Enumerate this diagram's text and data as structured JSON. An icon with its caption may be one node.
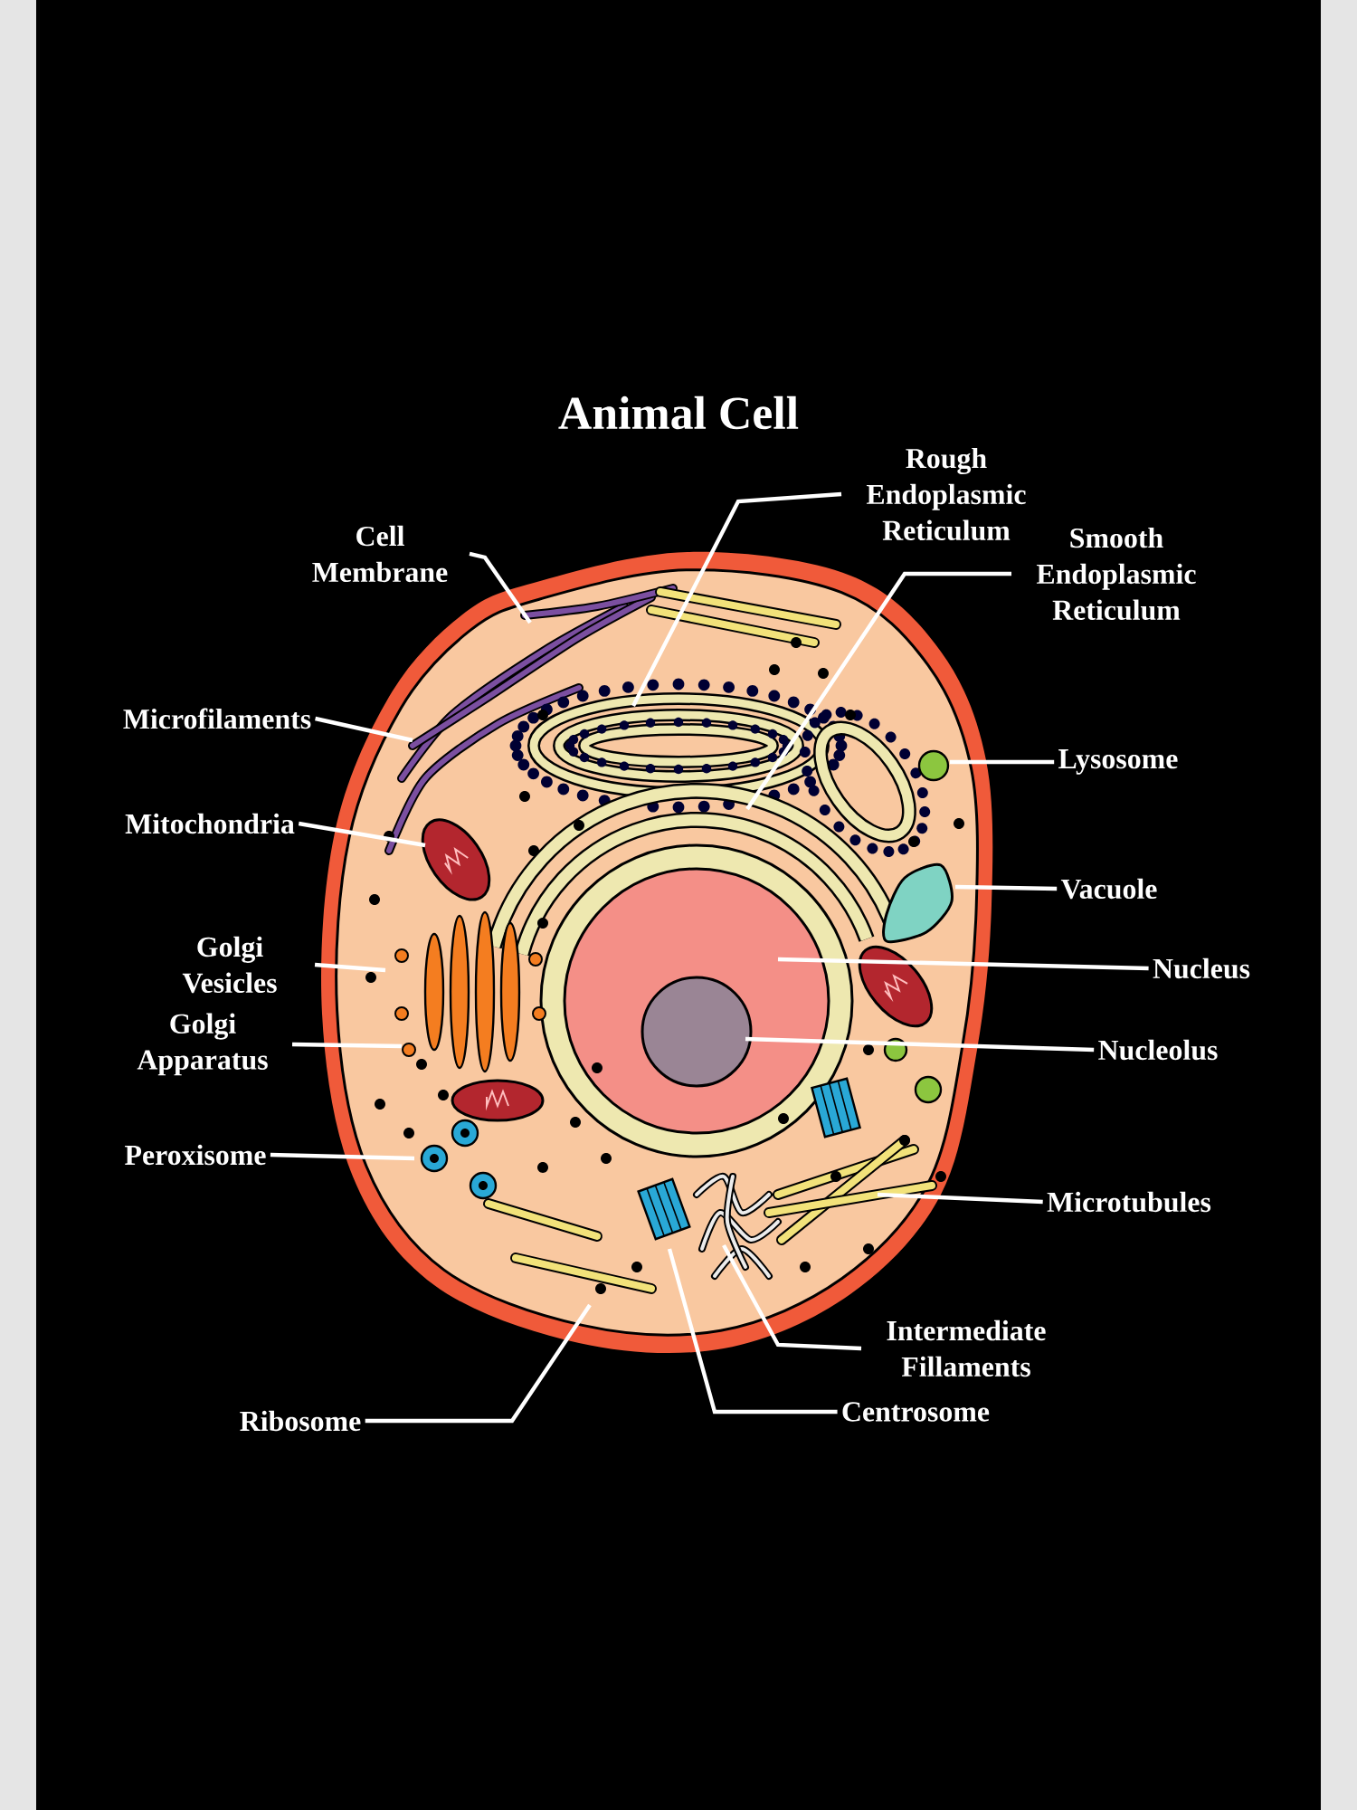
{
  "diagram": {
    "title": "Animal Cell",
    "nodes": [
      {
        "text": [
          "Cell Membrane"
        ]
      },
      {
        "text": [
          "Rough Endoplasmic Reticulum"
        ]
      },
      {
        "text": [
          "Smooth Endoplasmic Reticulum"
        ]
      },
      {
        "text": [
          "Microfilaments"
        ]
      },
      {
        "text": [
          "Mitochondria"
        ]
      },
      {
        "text": [
          "Golgi Vesicles"
        ]
      },
      {
        "text": [
          "Golgi Apparatus"
        ]
      },
      {
        "text": [
          "Peroxisome"
        ]
      },
      {
        "text": [
          "Ribosome"
        ]
      },
      {
        "text": [
          "Lysosome"
        ]
      },
      {
        "text": [
          "Vacuole"
        ]
      },
      {
        "text": [
          "Nucleus"
        ]
      },
      {
        "text": [
          "Nucleolus"
        ]
      },
      {
        "text": [
          "Microtubules"
        ]
      },
      {
        "text": [
          "Intermediate Fillaments"
        ]
      },
      {
        "text": [
          "Centrosome"
        ]
      }
    ],
    "edges": [
      {
        "from": 0,
        "to": null,
        "arrow": "none"
      },
      {
        "from": 1,
        "to": null,
        "arrow": "none"
      },
      {
        "from": 2,
        "to": null,
        "arrow": "none"
      },
      {
        "from": 3,
        "to": null,
        "arrow": "none"
      },
      {
        "from": 4,
        "to": null,
        "arrow": "none"
      },
      {
        "from": 5,
        "to": null,
        "arrow": "none"
      },
      {
        "from": 6,
        "to": null,
        "arrow": "none"
      },
      {
        "from": 7,
        "to": null,
        "arrow": "none"
      },
      {
        "from": 8,
        "to": null,
        "arrow": "none"
      },
      {
        "from": 9,
        "to": null,
        "arrow": "none"
      },
      {
        "from": 10,
        "to": null,
        "arrow": "none"
      },
      {
        "from": 11,
        "to": null,
        "arrow": "none"
      },
      {
        "from": 12,
        "to": null,
        "arrow": "none"
      },
      {
        "from": 13,
        "to": null,
        "arrow": "none"
      },
      {
        "from": 14,
        "to": null,
        "arrow": "none"
      },
      {
        "from": 15,
        "to": null,
        "arrow": "none"
      }
    ]
  }
}
